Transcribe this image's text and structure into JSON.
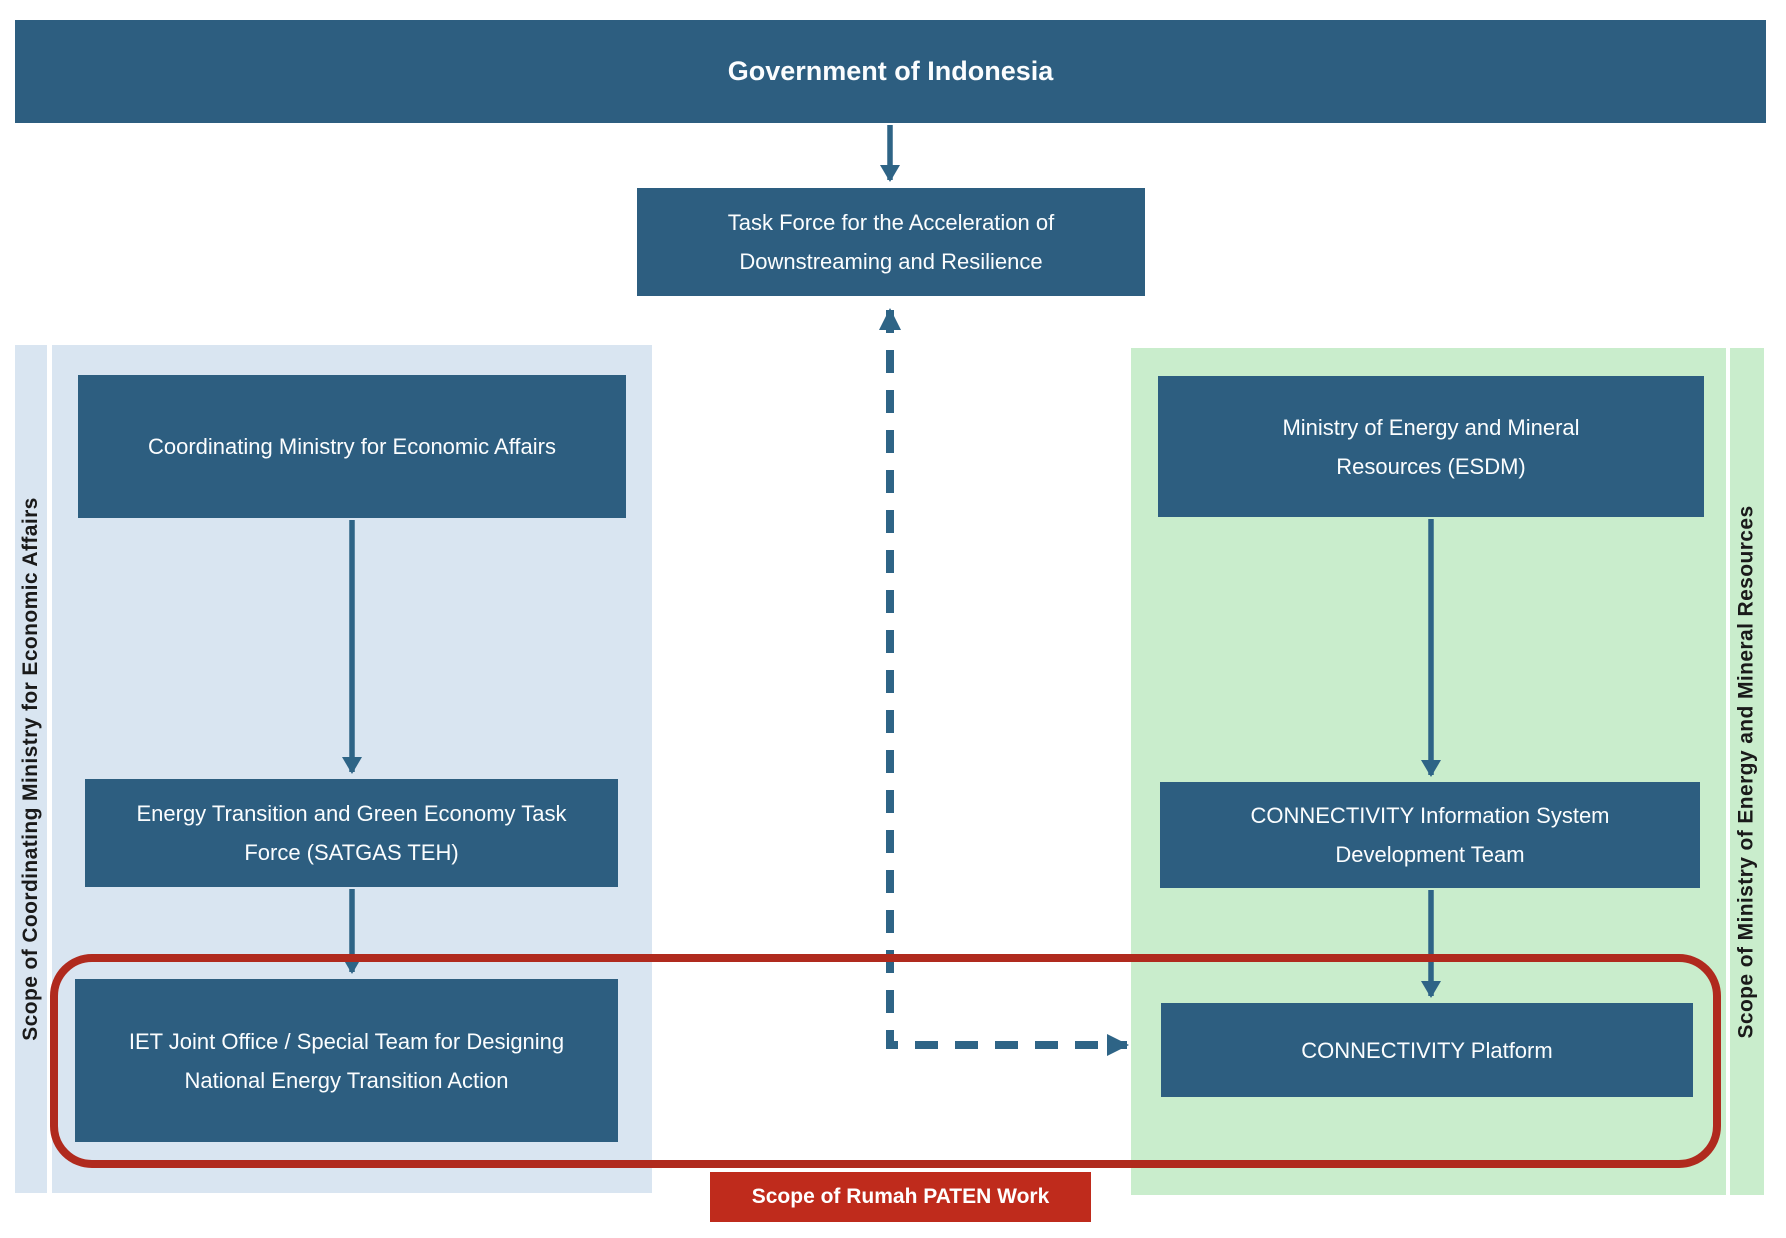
{
  "top": {
    "banner": "Government of Indonesia",
    "task_force": "Task Force for the Acceleration of Downstreaming and Resilience"
  },
  "left_scope": {
    "label": "Scope of Coordinating Ministry for Economic Affairs",
    "boxes": [
      "Coordinating Ministry for Economic Affairs",
      "Energy Transition and Green Economy Task Force (SATGAS TEH)",
      "IET Joint Office / Special Team for Designing National Energy Transition Action"
    ]
  },
  "right_scope": {
    "label": "Scope of Ministry of Energy and Mineral Resources",
    "boxes": [
      "Ministry of Energy and Mineral Resources (ESDM)",
      "CONNECTIVITY Information System Development Team",
      "CONNECTIVITY Platform"
    ]
  },
  "rumah_paten": {
    "label": "Scope of Rumah PATEN Work"
  },
  "colors": {
    "box_blue": "#2D5E80",
    "panel_blue": "#D9E5F1",
    "panel_green": "#C9EDCC",
    "arrow_blue": "#2E6486",
    "outline_red": "#B02A1E",
    "label_red": "#BF2B1C"
  }
}
